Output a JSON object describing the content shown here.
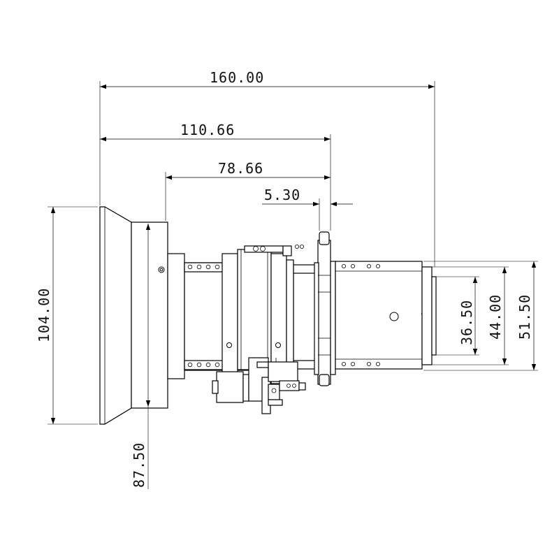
{
  "drawing": {
    "dimensions": {
      "overall_length": "160.00",
      "length_to_flange": "110.66",
      "barrel_to_flange": "78.66",
      "flange_thickness": "5.30",
      "front_height": "104.00",
      "barrel_height": "87.50",
      "mount_d1": "36.50",
      "mount_d2": "44.00",
      "mount_d3": "51.50"
    }
  }
}
